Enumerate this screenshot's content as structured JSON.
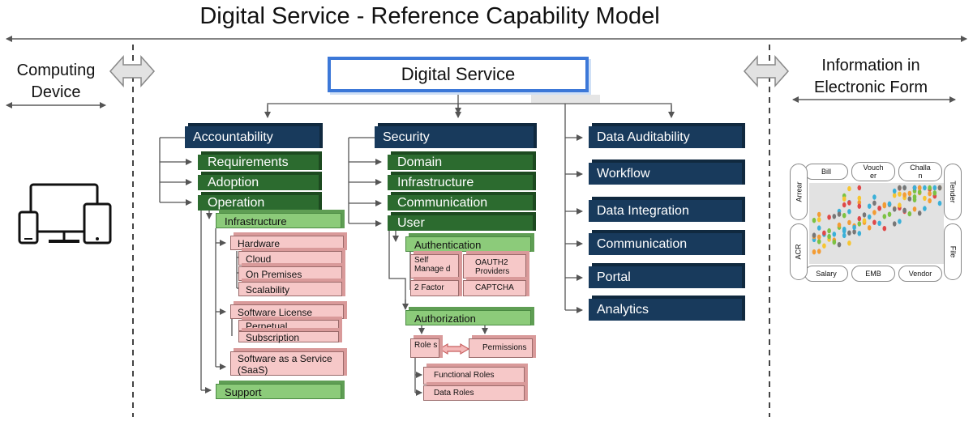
{
  "title": "Digital Service - Reference Capability Model",
  "left_label": "Computing Device",
  "right_label": "Information in Electronic Form",
  "main_box": "Digital Service",
  "accountability": {
    "label": "Accountability",
    "children": [
      "Requirements",
      "Adoption",
      "Operation"
    ],
    "operation": {
      "infrastructure": "Infrastructure",
      "hardware": "Hardware",
      "hardware_items": [
        "Cloud",
        "On Premises",
        "Scalability"
      ],
      "software_license": "Software License",
      "license_items": [
        "Perpetual",
        "Subscription"
      ],
      "saas": "Software as a Service (SaaS)",
      "support": "Support"
    }
  },
  "security": {
    "label": "Security",
    "children": [
      "Domain",
      "Infrastructure",
      "Communication",
      "User"
    ],
    "authentication": "Authentication",
    "auth_items": [
      "Self Manage d",
      "OAUTH2 Providers",
      "2 Factor",
      "CAPTCHA"
    ],
    "authorization": "Authorization",
    "roles": "Role s",
    "permissions": "Permissions",
    "functional_roles": "Functional Roles",
    "data_roles": "Data Roles"
  },
  "right_column": [
    "Data Auditability",
    "Workflow",
    "Data Integration",
    "Communication",
    "Portal",
    "Analytics"
  ],
  "info_panel": {
    "top": [
      "Bill",
      "Vouch er",
      "Challa n"
    ],
    "bottom": [
      "Salary",
      "EMB",
      "Vendor"
    ],
    "left": [
      "Arrear",
      "ACR"
    ],
    "right": [
      "Tender",
      "File"
    ]
  },
  "colors": {
    "navy": "#183a5c",
    "dark_green": "#2c6b2f",
    "light_green": "#8ccb7a",
    "pink": "#f6c8c8",
    "main_border": "#3c78d8"
  }
}
